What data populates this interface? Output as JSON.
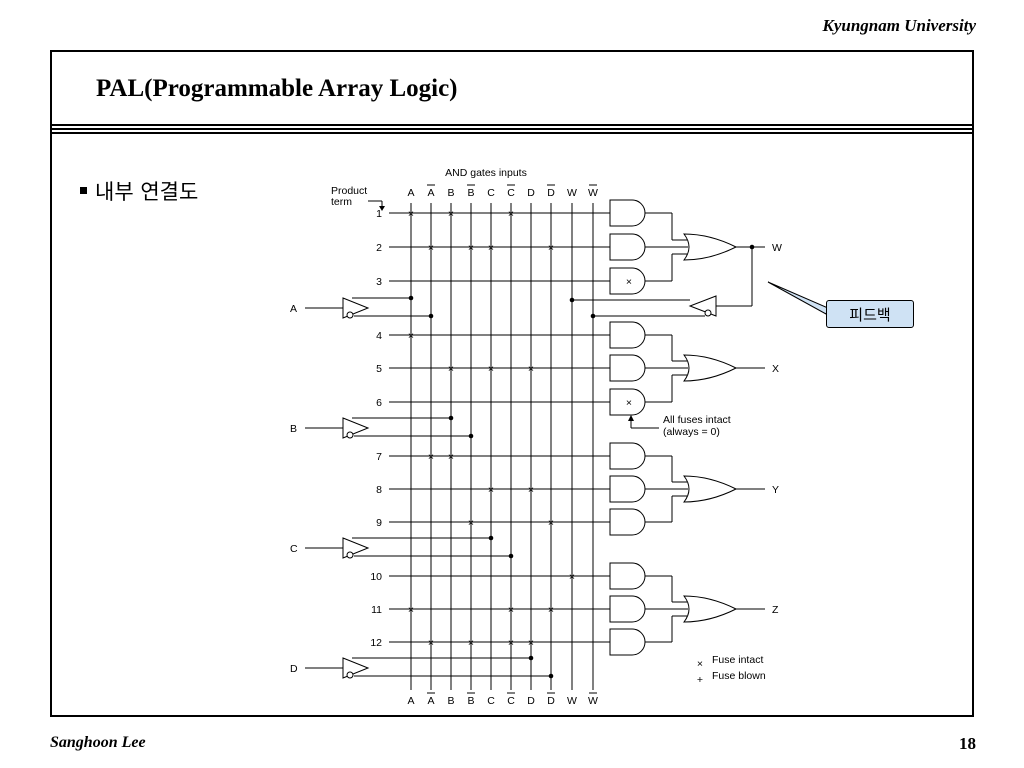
{
  "header": {
    "university": "Kyungnam University"
  },
  "slide": {
    "title": "PAL(Programmable Array Logic)",
    "bullet": "내부 연결도"
  },
  "footer": {
    "author": "Sanghoon Lee",
    "page": "18"
  },
  "diagram": {
    "heading": "AND gates inputs",
    "product_term_label_1": "Product",
    "product_term_label_2": "term",
    "columns": [
      "A",
      "A",
      "B",
      "B",
      "C",
      "C",
      "D",
      "D",
      "W",
      "W"
    ],
    "columns_overbar": [
      false,
      true,
      false,
      true,
      false,
      true,
      false,
      true,
      false,
      true
    ],
    "product_terms": [
      "1",
      "2",
      "3",
      "4",
      "5",
      "6",
      "7",
      "8",
      "9",
      "10",
      "11",
      "12"
    ],
    "inputs": [
      "A",
      "B",
      "C",
      "D"
    ],
    "outputs": [
      "W",
      "X",
      "Y",
      "Z"
    ],
    "note_1": "All fuses intact",
    "note_2": "(always = 0)",
    "legend_intact": "Fuse intact",
    "legend_blown": "Fuse blown",
    "callout": "피드백",
    "fuses": {
      "1": [
        0,
        2,
        5
      ],
      "2": [
        1,
        3,
        4,
        7
      ],
      "3": [],
      "4": [
        0
      ],
      "5": [
        2,
        4,
        6
      ],
      "6": [],
      "7": [
        1,
        2
      ],
      "8": [
        4,
        6
      ],
      "9": [
        3,
        7
      ],
      "10": [
        8
      ],
      "11": [
        0,
        5,
        7
      ],
      "12": [
        1,
        3,
        5,
        6
      ]
    },
    "all_intact_terms": [
      "3",
      "6"
    ]
  }
}
